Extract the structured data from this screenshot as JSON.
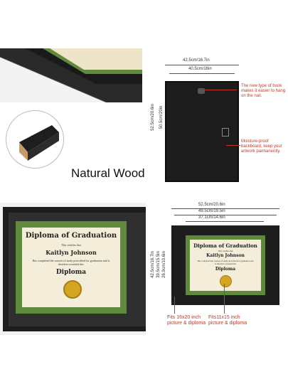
{
  "headline": "Natural Wood",
  "top_right": {
    "width_outer": "42.5cm/16.7in",
    "width_inner": "40.5cm/16in",
    "height_outer": "52.5cm/20.6in",
    "height_inner": "50.5cm/20in",
    "note_hook": "The new type of book makes it easier to hang on the nail.",
    "note_backboard": "Moisture-proof backboard, keep your artwork parmanently."
  },
  "certificate": {
    "title": "Diploma of Graduation",
    "certifies": "This certifies that",
    "name": "Kaitlyn Johnson",
    "body": "Has completed the courses of study prescribed for graduation and is therefore awarded this",
    "award": "Diploma"
  },
  "bottom_right": {
    "width_outer": "52.5cm/20.6in",
    "width_mid": "49.5cm/19.5in",
    "width_inner": "37.1cm/14.6in",
    "height_outer": "42.5cm/16.7in",
    "height_mid": "39.5cm/15.5in",
    "height_inner": "26.9cm/10.6in",
    "fit_a": "Fits 16x20 inch picture & diploma",
    "fit_b": "Fits11x15 inch picture & diploma"
  },
  "colors": {
    "frame": "#1f1f1f",
    "mat": "#2b2b2b",
    "border": "#5f8a3c",
    "paper": "#f4edd9",
    "seal": "#d4a520",
    "note": "#c0392b"
  }
}
